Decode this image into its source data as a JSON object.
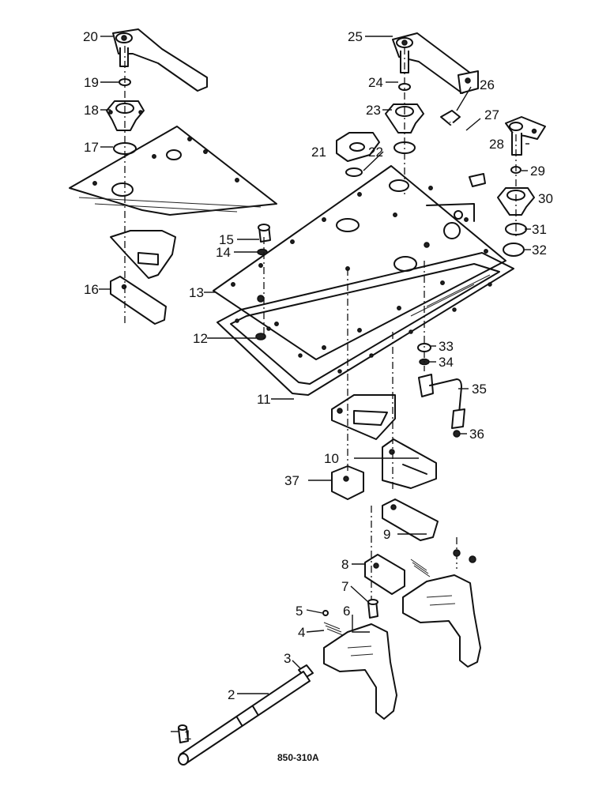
{
  "figure_code": "850-310A",
  "callouts": [
    "1",
    "2",
    "3",
    "4",
    "5",
    "6",
    "7",
    "8",
    "9",
    "10",
    "11",
    "12",
    "13",
    "14",
    "15",
    "16",
    "17",
    "18",
    "19",
    "20",
    "21",
    "22",
    "23",
    "24",
    "25",
    "26",
    "27",
    "28",
    "29",
    "30",
    "31",
    "32",
    "33",
    "34",
    "35",
    "36",
    "37"
  ]
}
